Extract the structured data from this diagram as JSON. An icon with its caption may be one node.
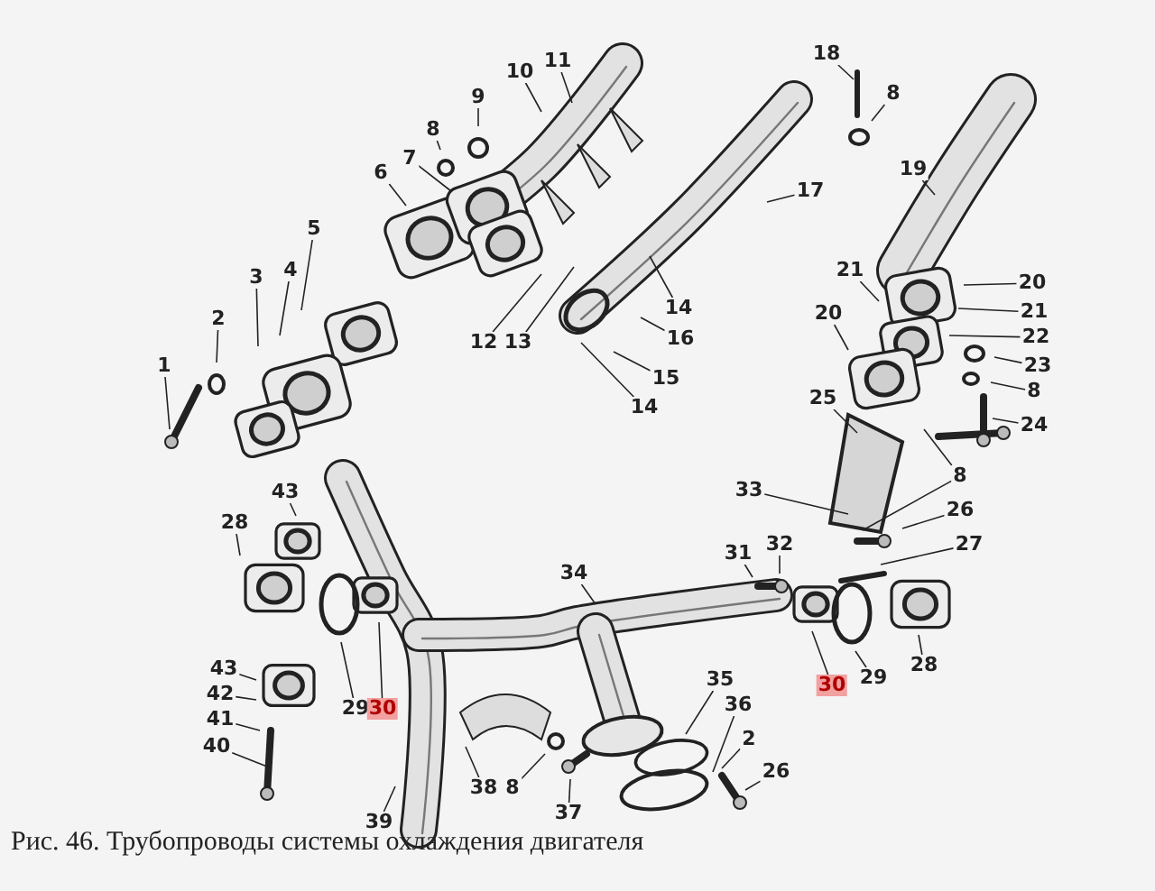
{
  "diagram": {
    "caption": "Рис. 46. Трубопроводы системы охлаждения двигателя",
    "nodes": [
      {
        "text": [
          "11"
        ]
      },
      {
        "text": [
          "10"
        ]
      },
      {
        "text": [
          "8"
        ]
      },
      {
        "text": [
          "9"
        ]
      },
      {
        "text": [
          "18"
        ]
      },
      {
        "text": [
          "8"
        ]
      },
      {
        "text": [
          "7"
        ]
      },
      {
        "text": [
          "19"
        ]
      },
      {
        "text": [
          "6"
        ]
      },
      {
        "text": [
          "17"
        ]
      },
      {
        "text": [
          "5"
        ]
      },
      {
        "text": [
          "21"
        ]
      },
      {
        "text": [
          "4"
        ]
      },
      {
        "text": [
          "3"
        ]
      },
      {
        "text": [
          "20"
        ]
      },
      {
        "text": [
          "14"
        ]
      },
      {
        "text": [
          "21"
        ]
      },
      {
        "text": [
          "20"
        ]
      },
      {
        "text": [
          "2"
        ]
      },
      {
        "text": [
          "22"
        ]
      },
      {
        "text": [
          "16"
        ]
      },
      {
        "text": [
          "12"
        ]
      },
      {
        "text": [
          "13"
        ]
      },
      {
        "text": [
          "1"
        ]
      },
      {
        "text": [
          "23"
        ]
      },
      {
        "text": [
          "15"
        ]
      },
      {
        "text": [
          "8"
        ]
      },
      {
        "text": [
          "25"
        ]
      },
      {
        "text": [
          "14"
        ]
      },
      {
        "text": [
          "24"
        ]
      },
      {
        "text": [
          "8"
        ]
      },
      {
        "text": [
          "33"
        ]
      },
      {
        "text": [
          "43"
        ]
      },
      {
        "text": [
          "26"
        ]
      },
      {
        "text": [
          "28"
        ]
      },
      {
        "text": [
          "27"
        ]
      },
      {
        "text": [
          "32"
        ]
      },
      {
        "text": [
          "31"
        ]
      },
      {
        "text": [
          "34"
        ]
      },
      {
        "text": [
          "28"
        ]
      },
      {
        "text": [
          "43"
        ]
      },
      {
        "text": [
          "29"
        ]
      },
      {
        "text": [
          "35"
        ]
      },
      {
        "text": [
          "30"
        ]
      },
      {
        "text": [
          "42"
        ]
      },
      {
        "text": [
          "36"
        ]
      },
      {
        "text": [
          "29"
        ]
      },
      {
        "text": [
          "30"
        ]
      },
      {
        "text": [
          "41"
        ]
      },
      {
        "text": [
          "2"
        ]
      },
      {
        "text": [
          "40"
        ]
      },
      {
        "text": [
          "26"
        ]
      },
      {
        "text": [
          "38"
        ]
      },
      {
        "text": [
          "8"
        ]
      },
      {
        "text": [
          "37"
        ]
      },
      {
        "text": [
          "39"
        ]
      }
    ],
    "edges": [
      {
        "from": 0,
        "to": null,
        "arrow": "none"
      },
      {
        "from": 1,
        "to": null,
        "arrow": "none"
      },
      {
        "from": 2,
        "to": null,
        "arrow": "none"
      },
      {
        "from": 3,
        "to": null,
        "arrow": "none"
      },
      {
        "from": 4,
        "to": null,
        "arrow": "none"
      },
      {
        "from": 5,
        "to": null,
        "arrow": "none"
      },
      {
        "from": 6,
        "to": null,
        "arrow": "none"
      },
      {
        "from": 7,
        "to": null,
        "arrow": "none"
      },
      {
        "from": 8,
        "to": null,
        "arrow": "none"
      },
      {
        "from": 9,
        "to": null,
        "arrow": "none"
      },
      {
        "from": 10,
        "to": null,
        "arrow": "none"
      },
      {
        "from": 11,
        "to": null,
        "arrow": "none"
      },
      {
        "from": 12,
        "to": null,
        "arrow": "none"
      },
      {
        "from": 13,
        "to": null,
        "arrow": "none"
      },
      {
        "from": 14,
        "to": null,
        "arrow": "none"
      },
      {
        "from": 15,
        "to": null,
        "arrow": "none"
      },
      {
        "from": 16,
        "to": null,
        "arrow": "none"
      },
      {
        "from": 17,
        "to": null,
        "arrow": "none"
      },
      {
        "from": 18,
        "to": null,
        "arrow": "none"
      },
      {
        "from": 19,
        "to": null,
        "arrow": "none"
      },
      {
        "from": 20,
        "to": null,
        "arrow": "none"
      },
      {
        "from": 21,
        "to": null,
        "arrow": "none"
      },
      {
        "from": 22,
        "to": null,
        "arrow": "none"
      },
      {
        "from": 23,
        "to": null,
        "arrow": "none"
      },
      {
        "from": 24,
        "to": null,
        "arrow": "none"
      },
      {
        "from": 25,
        "to": null,
        "arrow": "none"
      },
      {
        "from": 26,
        "to": null,
        "arrow": "none"
      },
      {
        "from": 27,
        "to": null,
        "arrow": "none"
      },
      {
        "from": 28,
        "to": null,
        "arrow": "none"
      },
      {
        "from": 29,
        "to": null,
        "arrow": "none"
      },
      {
        "from": 30,
        "to": null,
        "arrow": "none"
      },
      {
        "from": 30,
        "to": null,
        "arrow": "none"
      },
      {
        "from": 31,
        "to": null,
        "arrow": "none"
      },
      {
        "from": 32,
        "to": null,
        "arrow": "none"
      },
      {
        "from": 33,
        "to": null,
        "arrow": "none"
      },
      {
        "from": 34,
        "to": null,
        "arrow": "none"
      },
      {
        "from": 35,
        "to": null,
        "arrow": "none"
      },
      {
        "from": 36,
        "to": null,
        "arrow": "none"
      },
      {
        "from": 37,
        "to": null,
        "arrow": "none"
      },
      {
        "from": 38,
        "to": null,
        "arrow": "none"
      },
      {
        "from": 39,
        "to": null,
        "arrow": "none"
      },
      {
        "from": 40,
        "to": null,
        "arrow": "none"
      },
      {
        "from": 41,
        "to": null,
        "arrow": "none"
      },
      {
        "from": 42,
        "to": null,
        "arrow": "none"
      },
      {
        "from": 43,
        "to": null,
        "arrow": "none"
      },
      {
        "from": 44,
        "to": null,
        "arrow": "none"
      },
      {
        "from": 45,
        "to": null,
        "arrow": "none"
      },
      {
        "from": 46,
        "to": null,
        "arrow": "none"
      },
      {
        "from": 47,
        "to": null,
        "arrow": "none"
      },
      {
        "from": 48,
        "to": null,
        "arrow": "none"
      },
      {
        "from": 49,
        "to": null,
        "arrow": "none"
      },
      {
        "from": 50,
        "to": null,
        "arrow": "none"
      },
      {
        "from": 51,
        "to": null,
        "arrow": "none"
      },
      {
        "from": 52,
        "to": null,
        "arrow": "none"
      },
      {
        "from": 53,
        "to": null,
        "arrow": "none"
      },
      {
        "from": 54,
        "to": null,
        "arrow": "none"
      },
      {
        "from": 55,
        "to": null,
        "arrow": "none"
      }
    ]
  }
}
